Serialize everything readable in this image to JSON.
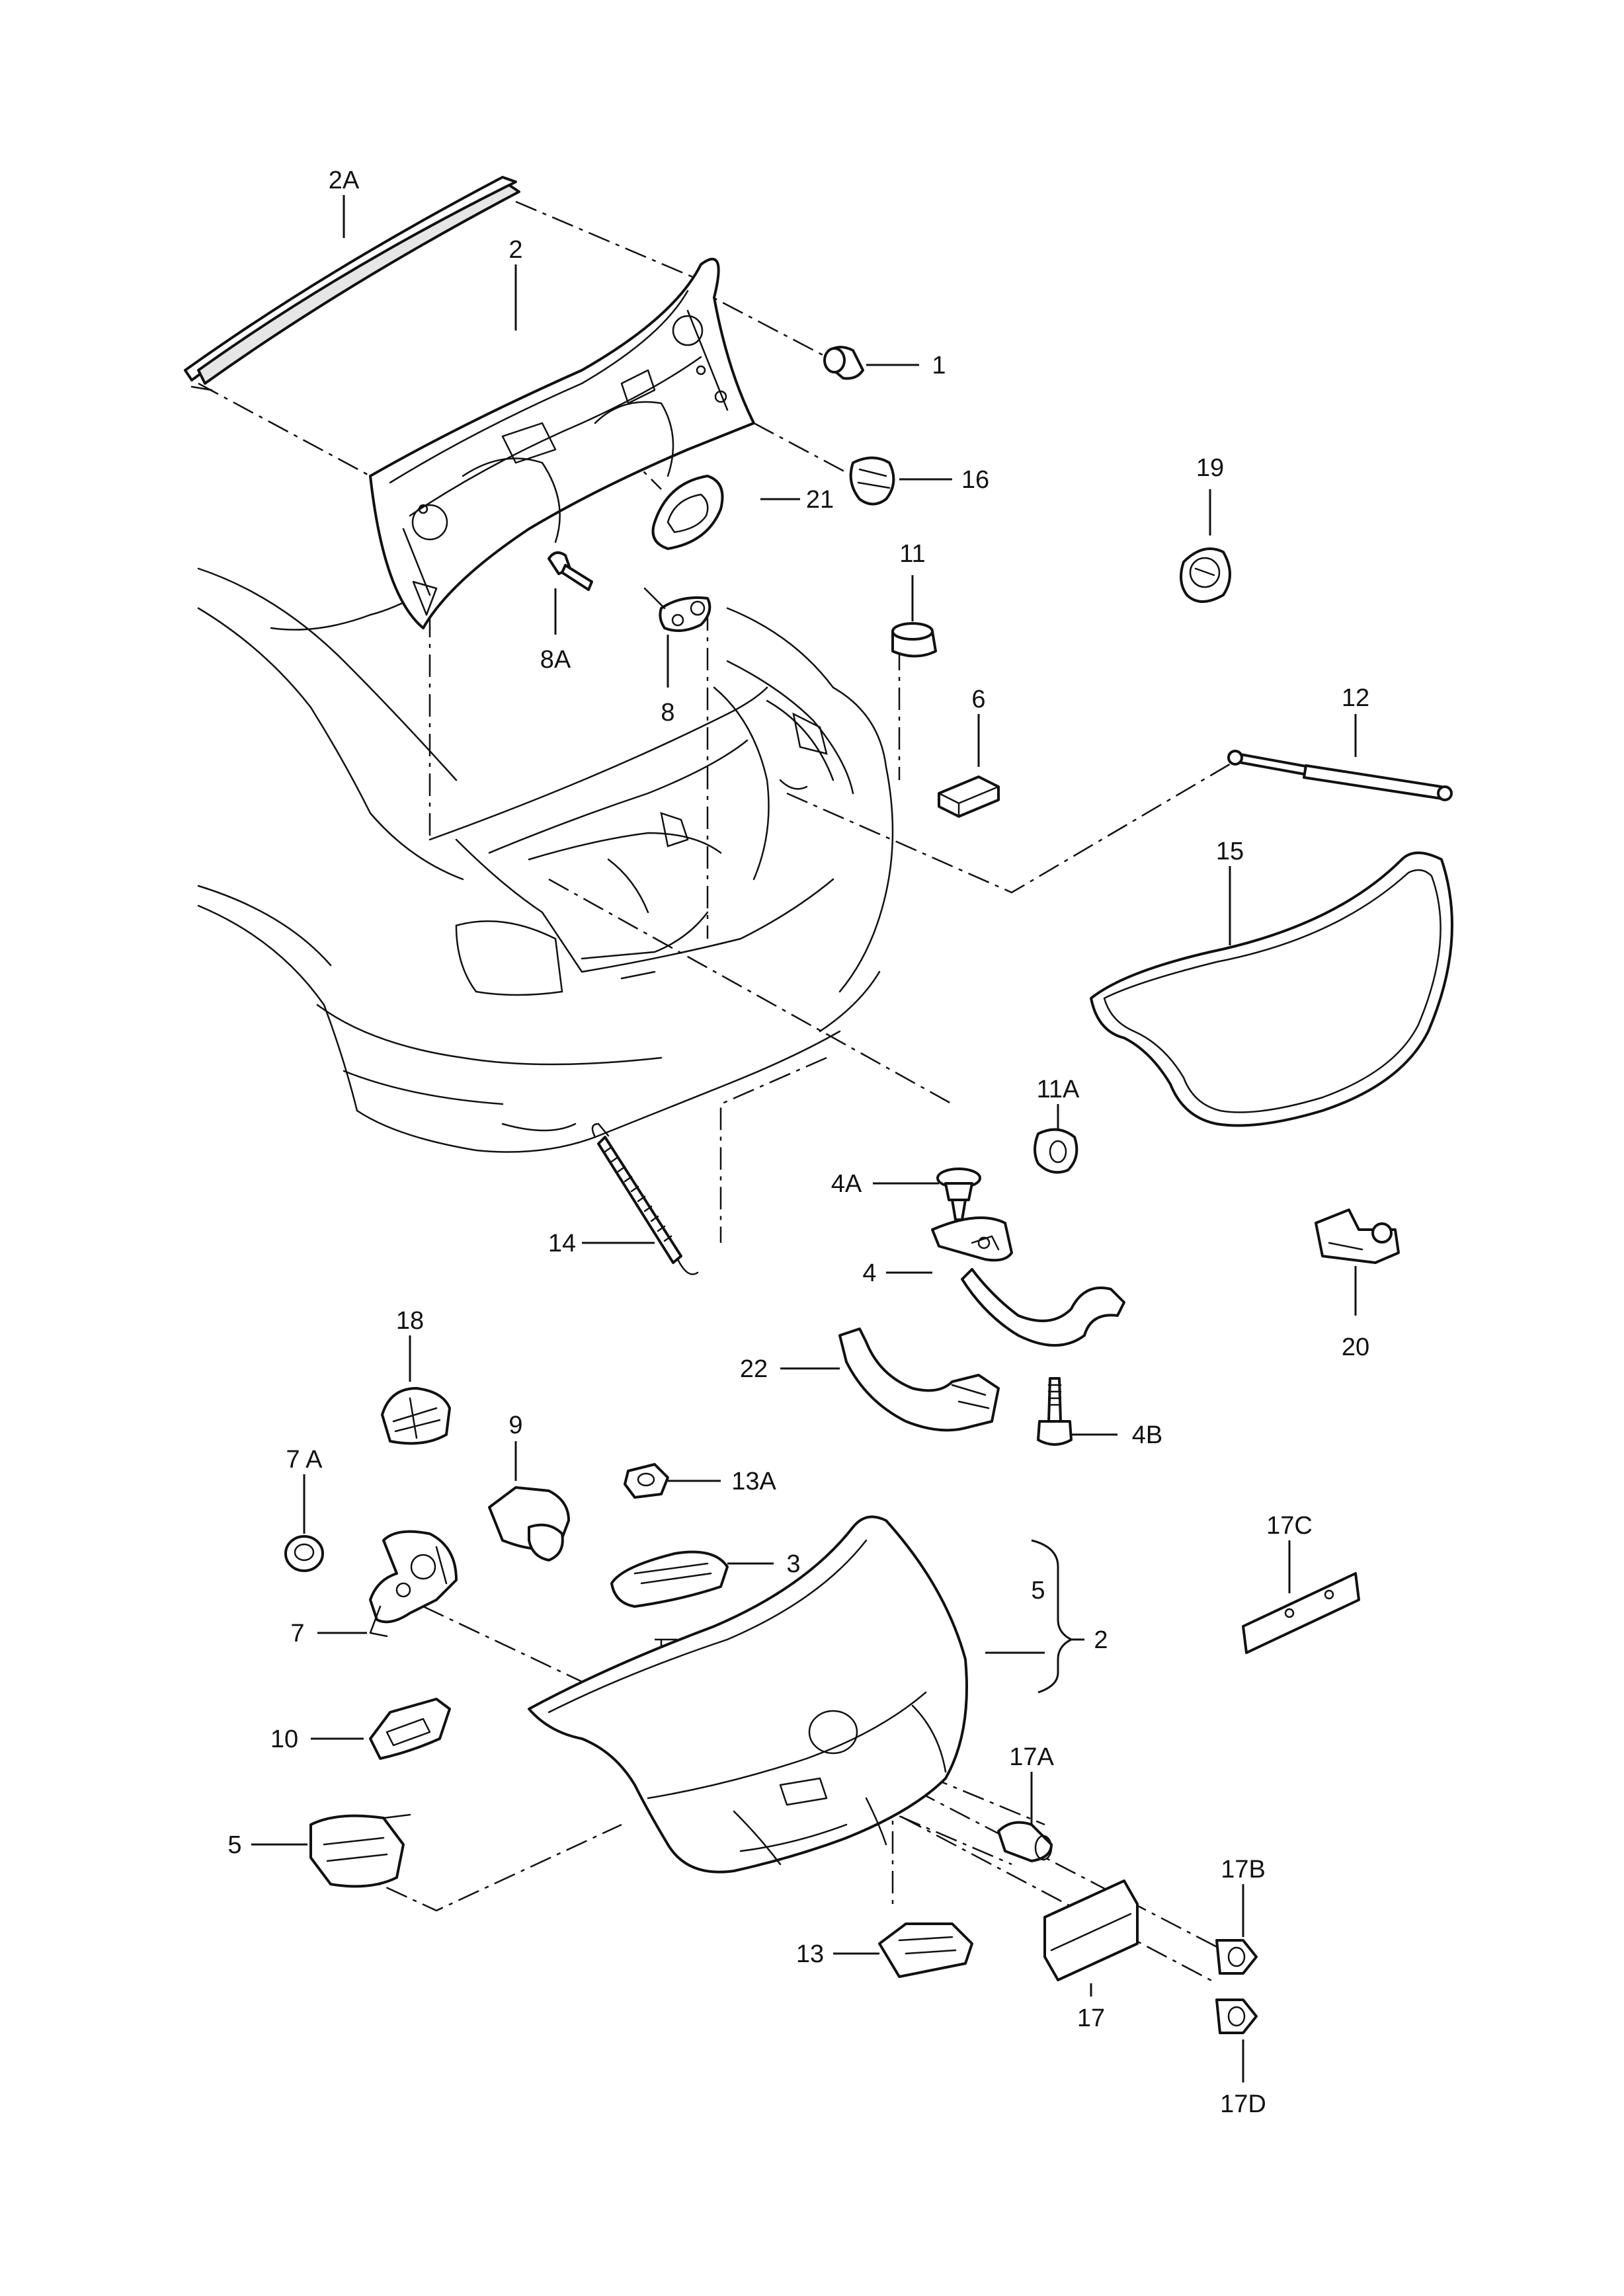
{
  "labels": {
    "p1": "1",
    "p2": "2",
    "p2a": "2A",
    "p3": "3",
    "p4": "4",
    "p4a": "4A",
    "p4b": "4B",
    "p5": "5",
    "p5b": "5",
    "p6": "6",
    "p7": "7",
    "p7a": "7 A",
    "p8": "8",
    "p8a": "8A",
    "p9": "9",
    "p10": "10",
    "p11": "11",
    "p11a": "11A",
    "p12": "12",
    "p13": "13",
    "p13a": "13A",
    "p14": "14",
    "p15": "15",
    "p16": "16",
    "p17": "17",
    "p17a": "17A",
    "p17b": "17B",
    "p17c": "17C",
    "p17d": "17D",
    "p18": "18",
    "p19": "19",
    "p20": "20",
    "p21": "21",
    "p22": "22",
    "p2b": "2"
  }
}
